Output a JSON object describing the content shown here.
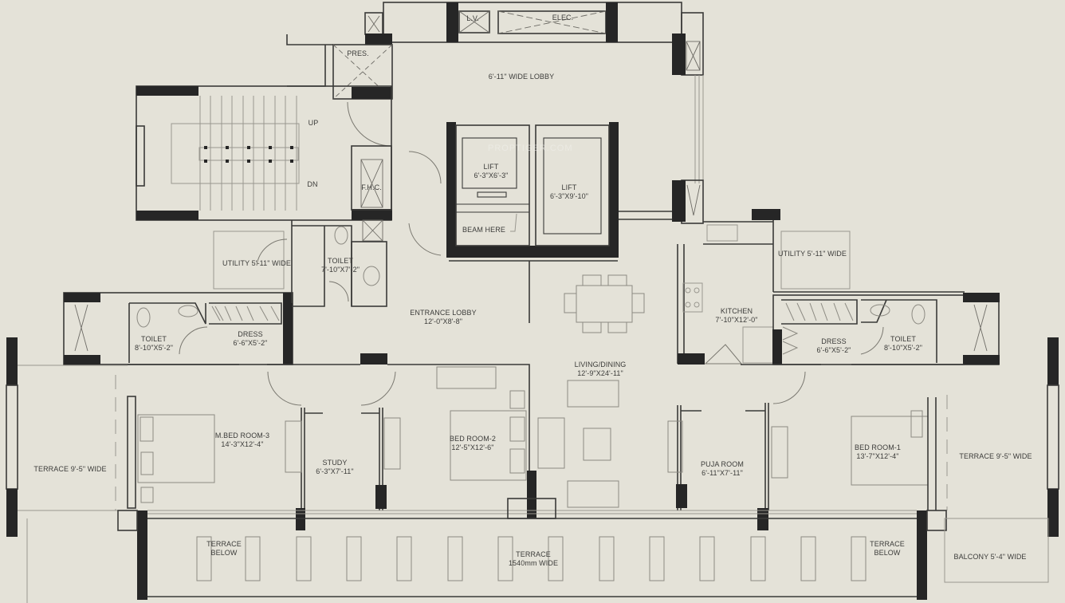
{
  "plan": {
    "watermark": "PROPTIGER.COM",
    "colors": {
      "background": "#e4e2d8",
      "wall": "#3a3a38",
      "column": "#262626",
      "text": "#3c3c3a"
    },
    "core": {
      "lv": "L.V.",
      "elec": "ELEC.",
      "pres": "PRES.",
      "lobby": "6'-11\" WIDE LOBBY",
      "stair_up": "UP",
      "stair_dn": "DN",
      "fhc": "F.H.C.",
      "lift1": {
        "name": "LIFT",
        "size": "6'-3\"X6'-3\""
      },
      "lift2": {
        "name": "LIFT",
        "size": "6'-3\"X9'-10\""
      },
      "beam": "BEAM HERE"
    },
    "rooms": {
      "utility_left": "UTILITY 5'-11\" WIDE",
      "toilet_common": {
        "name": "TOILET",
        "size": "7'-10\"X7'-2\""
      },
      "entrance_lobby": {
        "name": "ENTRANCE LOBBY",
        "size": "12'-0\"X8'-8\""
      },
      "toilet_left": {
        "name": "TOILET",
        "size": "8'-10\"X5'-2\""
      },
      "dress_left": {
        "name": "DRESS",
        "size": "6'-6\"X5'-2\""
      },
      "mbed3": {
        "name": "M.BED ROOM-3",
        "size": "14'-3\"X12'-4\""
      },
      "study": {
        "name": "STUDY",
        "size": "6'-3\"X7'-11\""
      },
      "bed2": {
        "name": "BED ROOM-2",
        "size": "12'-5\"X12'-6\""
      },
      "living": {
        "name": "LIVING/DINING",
        "size": "12'-9\"X24'-11\""
      },
      "kitchen": {
        "name": "KITCHEN",
        "size": "7'-10\"X12'-0\""
      },
      "utility_right": "UTILITY 5'-11\" WIDE",
      "dress_right": {
        "name": "DRESS",
        "size": "6'-6\"X5'-2\""
      },
      "toilet_right": {
        "name": "TOILET",
        "size": "8'-10\"X5'-2\""
      },
      "puja": {
        "name": "PUJA ROOM",
        "size": "6'-11\"X7'-11\""
      },
      "bed1": {
        "name": "BED ROOM-1",
        "size": "13'-7\"X12'-4\""
      },
      "terrace_left": "TERRACE 9'-5\" WIDE",
      "terrace_right": "TERRACE 9'-5\" WIDE",
      "terrace_below_left": {
        "l1": "TERRACE",
        "l2": "BELOW"
      },
      "terrace_center": {
        "l1": "TERRACE",
        "l2": "1540mm WIDE"
      },
      "terrace_below_right": {
        "l1": "TERRACE",
        "l2": "BELOW"
      },
      "balcony": "BALCONY 5'-4\" WIDE"
    }
  }
}
